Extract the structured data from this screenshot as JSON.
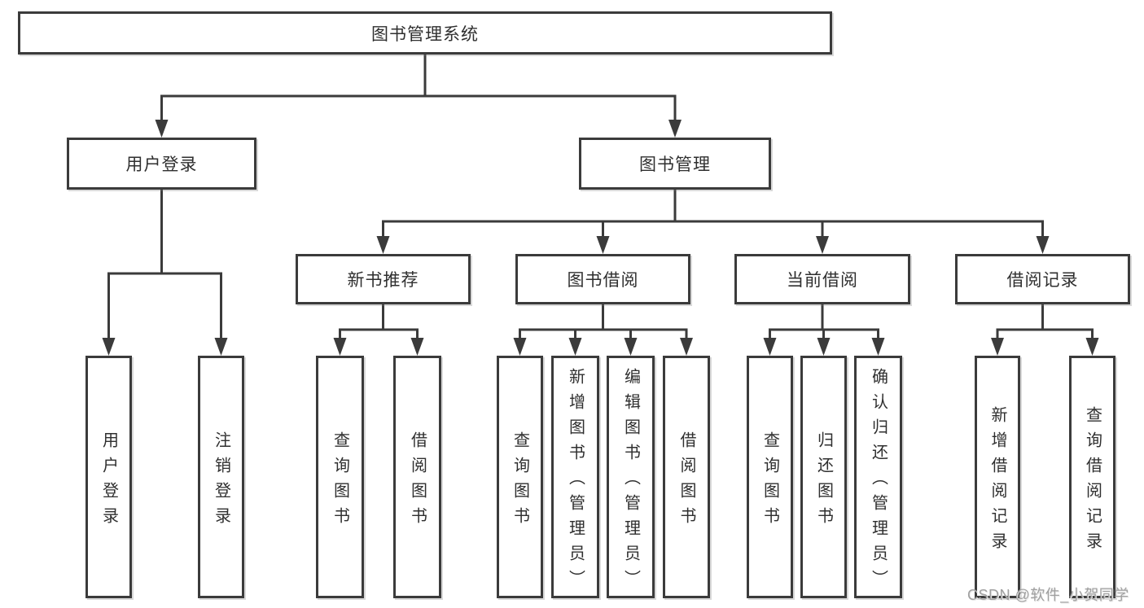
{
  "tree": {
    "root": {
      "label": "图书管理系统",
      "children": [
        {
          "label": "用户登录",
          "children": [
            {
              "label": "用户登录"
            },
            {
              "label": "注销登录"
            }
          ]
        },
        {
          "label": "图书管理",
          "children": [
            {
              "label": "新书推荐",
              "children": [
                {
                  "label": "查询图书"
                },
                {
                  "label": "借阅图书"
                }
              ]
            },
            {
              "label": "图书借阅",
              "children": [
                {
                  "label": "查询图书"
                },
                {
                  "label": "新增图书（管理员）"
                },
                {
                  "label": "编辑图书（管理员）"
                },
                {
                  "label": "借阅图书"
                }
              ]
            },
            {
              "label": "当前借阅",
              "children": [
                {
                  "label": "查询图书"
                },
                {
                  "label": "归还图书"
                },
                {
                  "label": "确认归还（管理员）"
                }
              ]
            },
            {
              "label": "借阅记录",
              "children": [
                {
                  "label": "新增借阅记录"
                },
                {
                  "label": "查询借阅记录"
                }
              ]
            }
          ]
        }
      ]
    }
  },
  "watermark": {
    "text": "CSDN @软件_小贺同学",
    "color": "#a0a0a0"
  },
  "colors": {
    "line": "#3b3b3b",
    "text": "#2f2f2f",
    "background": "#ffffff"
  }
}
